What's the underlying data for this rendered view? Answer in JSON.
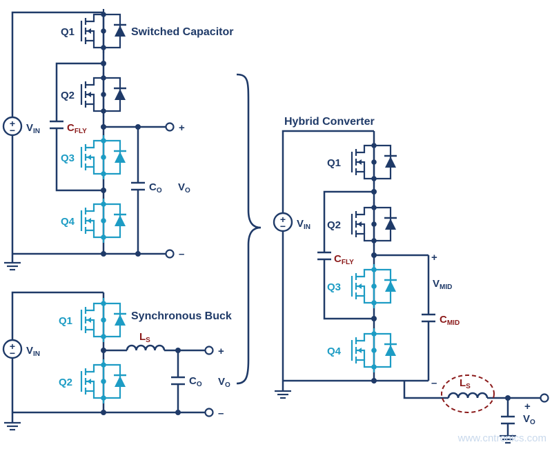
{
  "titles": {
    "switched_capacitor": "Switched Capacitor",
    "synchronous_buck": "Synchronous Buck",
    "hybrid_converter": "Hybrid Converter"
  },
  "switched_capacitor": {
    "q1": "Q1",
    "q2": "Q2",
    "q3": "Q3",
    "q4": "Q4",
    "vin": "V",
    "vin_sub": "IN",
    "cfly": "C",
    "cfly_sub": "FLY",
    "co": "C",
    "co_sub": "O",
    "vo": "V",
    "vo_sub": "O",
    "plus": "+",
    "minus": "–"
  },
  "synchronous_buck": {
    "q1": "Q1",
    "q2": "Q2",
    "vin": "V",
    "vin_sub": "IN",
    "ls": "L",
    "ls_sub": "S",
    "co": "C",
    "co_sub": "O",
    "vo": "V",
    "vo_sub": "O",
    "plus": "+",
    "minus": "–"
  },
  "hybrid_converter": {
    "q1": "Q1",
    "q2": "Q2",
    "q3": "Q3",
    "q4": "Q4",
    "vin": "V",
    "vin_sub": "IN",
    "cfly": "C",
    "cfly_sub": "FLY",
    "vmid": "V",
    "vmid_sub": "MID",
    "cmid": "C",
    "cmid_sub": "MID",
    "ls": "L",
    "ls_sub": "S",
    "vo": "V",
    "vo_sub": "O",
    "plus_mid": "+",
    "minus_mid": "–",
    "plus_out": "+"
  },
  "watermark": "www.cntronics.com",
  "colors": {
    "wire": "#1f3a68",
    "low_side_fet": "#1d9cc4",
    "capacitor_label": "#8b1a1a",
    "inductor_highlight": "#8b1a1a"
  }
}
